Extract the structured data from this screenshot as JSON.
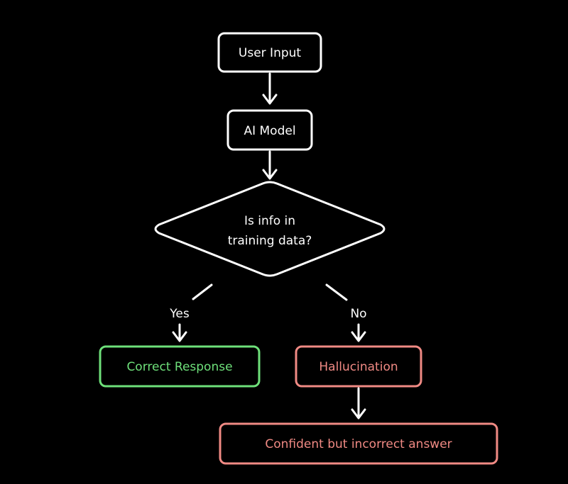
{
  "colors": {
    "background": "#000000",
    "neutral": "#ffffff",
    "success": "#6ee07a",
    "error": "#f08a84"
  },
  "nodes": {
    "user_input": "User Input",
    "ai_model": "AI Model",
    "decision_line1": "Is info in",
    "decision_line2": "training data?",
    "correct_response": "Correct Response",
    "hallucination": "Hallucination",
    "confident_answer": "Confident but incorrect answer"
  },
  "edges": {
    "yes": "Yes",
    "no": "No"
  }
}
